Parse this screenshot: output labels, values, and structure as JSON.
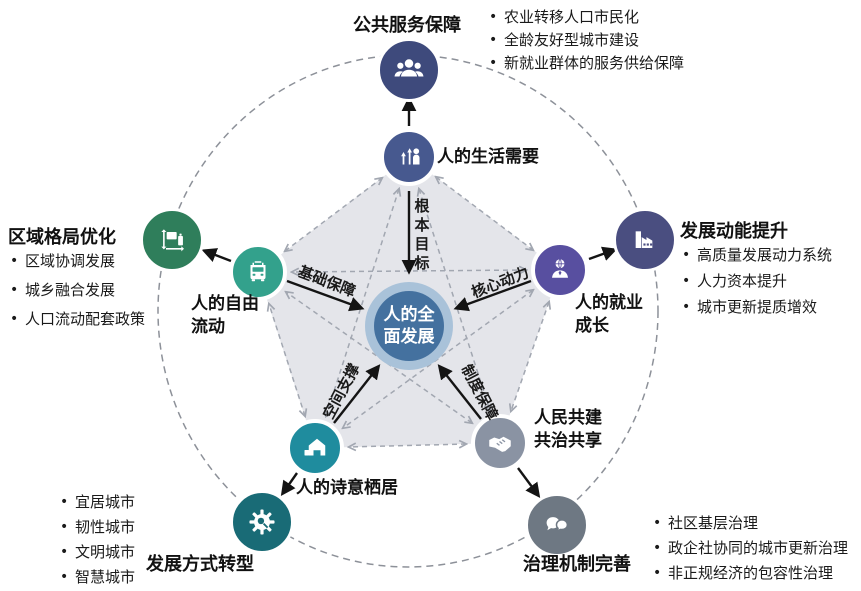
{
  "center": {
    "label": "人的全面发展",
    "color": "#44719F",
    "ring_color": "#A9C2D9"
  },
  "inner_nodes": [
    {
      "id": "life-needs",
      "label": "人的生活需要",
      "arrow_label": "根本目标",
      "icon": "person-chart-icon",
      "color": "#47598F"
    },
    {
      "id": "employment-growth",
      "label": "人的就业成长",
      "arrow_label": "核心动力",
      "icon": "employment-person-icon",
      "color": "#584FA0"
    },
    {
      "id": "free-movement",
      "label": "人的自由流动",
      "arrow_label": "基础保障",
      "icon": "bus-icon",
      "color": "#33A18C"
    },
    {
      "id": "poetic-dwelling",
      "label": "人的诗意栖居",
      "arrow_label": "空间支撑",
      "icon": "house-icon",
      "color": "#1F8C9E"
    },
    {
      "id": "co-governance",
      "label": "人民共建共治共享",
      "arrow_label": "制度保障",
      "icon": "handshake-icon",
      "color": "#8A93A3"
    }
  ],
  "outer_nodes": [
    {
      "id": "public-services",
      "title": "公共服务保障",
      "icon": "crowd-icon",
      "color": "#3E4A7C",
      "bullets": [
        "农业转移人口市民化",
        "全龄友好型城市建设",
        "新就业群体的服务供给保障"
      ]
    },
    {
      "id": "development-momentum",
      "title": "发展动能提升",
      "icon": "factory-icon",
      "color": "#4A4E80",
      "bullets": [
        "高质量发展动力系统",
        "人力资本提升",
        "城市更新提质增效"
      ]
    },
    {
      "id": "regional-pattern",
      "title": "区域格局优化",
      "icon": "cart-icon",
      "color": "#2F7E5B",
      "bullets": [
        "区域协调发展",
        "城乡融合发展",
        "人口流动配套政策"
      ]
    },
    {
      "id": "development-transform",
      "title": "发展方式转型",
      "icon": "gear-icon",
      "color": "#196B76",
      "bullets": [
        "宜居城市",
        "韧性城市",
        "文明城市",
        "智慧城市"
      ]
    },
    {
      "id": "governance-mechanism",
      "title": "治理机制完善",
      "icon": "chat-bubbles-icon",
      "color": "#6E7883",
      "bullets": [
        "社区基层治理",
        "政企社协同的城市更新治理",
        "非正规经济的包容性治理"
      ]
    }
  ],
  "colors": {
    "pentagon_fill": "#E4E5EA",
    "dashed_connector": "#A2A7B1",
    "outer_dashed_circle": "#8D9199",
    "solid_arrow": "#141414",
    "text": "#1A1A1A"
  }
}
